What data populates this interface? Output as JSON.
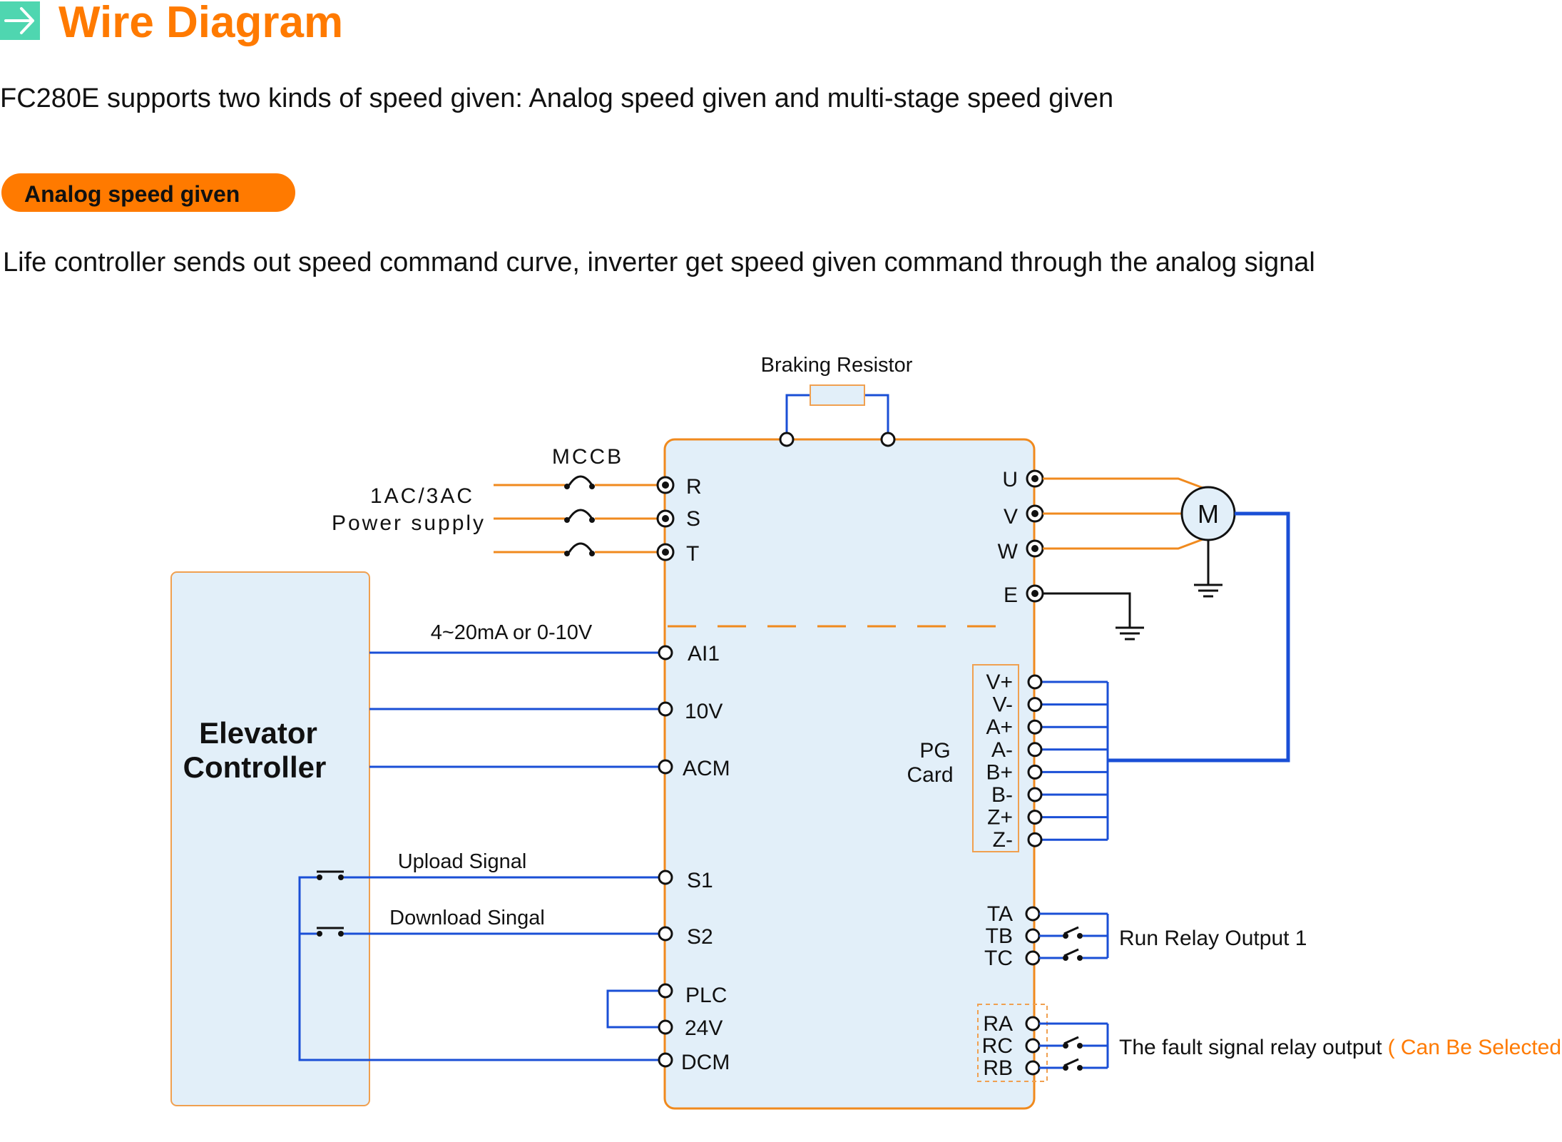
{
  "colors": {
    "accent": "#ff7a00",
    "header_icon": "#4fd6b0",
    "wire_blue": "#1a4fd6",
    "wire_orange": "#f08a1e",
    "panel_fill": "#e2eff9",
    "panel_border": "#f0a050",
    "text": "#111111"
  },
  "header": {
    "icon": "arrow-right-icon",
    "title": "Wire Diagram",
    "intro": "FC280E supports two kinds of speed given: Analog speed given and multi-stage speed given"
  },
  "section": {
    "badge_label": "Analog speed given",
    "description": "Life controller sends out speed command curve, inverter get speed given command through the analog signal"
  },
  "diagram": {
    "braking_resistor_label": "Braking Resistor",
    "mccb_label": "MCCB",
    "power_supply_line1": "1AC/3AC",
    "power_supply_line2": "Power supply",
    "input_terminals": [
      "R",
      "S",
      "T"
    ],
    "motor_terminals": [
      "U",
      "V",
      "W",
      "E"
    ],
    "motor_label": "M",
    "controller_line1": "Elevator",
    "controller_line2": "Controller",
    "analog_signal_label": "4~20mA or 0-10V",
    "analog_terminals": [
      "AI1",
      "10V",
      "ACM"
    ],
    "upload_label": "Upload Signal",
    "download_label": "Download Singal",
    "digital_terminals": [
      "S1",
      "S2",
      "PLC",
      "24V",
      "DCM"
    ],
    "pg_card_line1": "PG",
    "pg_card_line2": "Card",
    "pg_terminals": [
      "V+",
      "V-",
      "A+",
      "A-",
      "B+",
      "B-",
      "Z+",
      "Z-"
    ],
    "run_relay_terminals": [
      "TA",
      "TB",
      "TC"
    ],
    "run_relay_label": "Run Relay Output 1",
    "fault_relay_terminals": [
      "RA",
      "RC",
      "RB"
    ],
    "fault_relay_label": "The fault signal relay output",
    "fault_relay_note": "( Can Be Selected )"
  }
}
